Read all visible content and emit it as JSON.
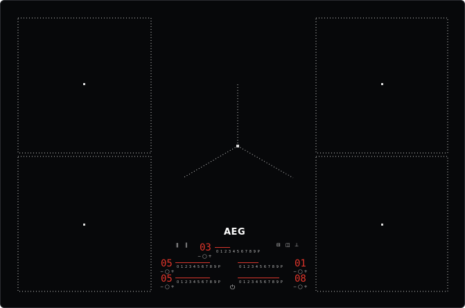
{
  "brand": "AEG",
  "colors": {
    "surface": "#07080a",
    "display": "#e2352a",
    "outline": "#d0d0d0"
  },
  "scale_label": "0 1 2 3 4 5 6 7 8 9 P",
  "adjust_label": "− ◯ +",
  "top_zone": {
    "display": "03",
    "level": 3
  },
  "zones": [
    {
      "name": "front-left-top",
      "display": "05",
      "level": 5
    },
    {
      "name": "right-top",
      "display": "01",
      "level": 1
    },
    {
      "name": "left-bottom",
      "display": "05",
      "level": 5
    },
    {
      "name": "right-bottom",
      "display": "08",
      "level": 8
    }
  ],
  "icons": {
    "left": [
      "hob2hood-icon",
      "pause-icon"
    ],
    "right": [
      "lock-icon",
      "timer-icon",
      "hood-fan-icon"
    ],
    "power": "power-icon"
  }
}
